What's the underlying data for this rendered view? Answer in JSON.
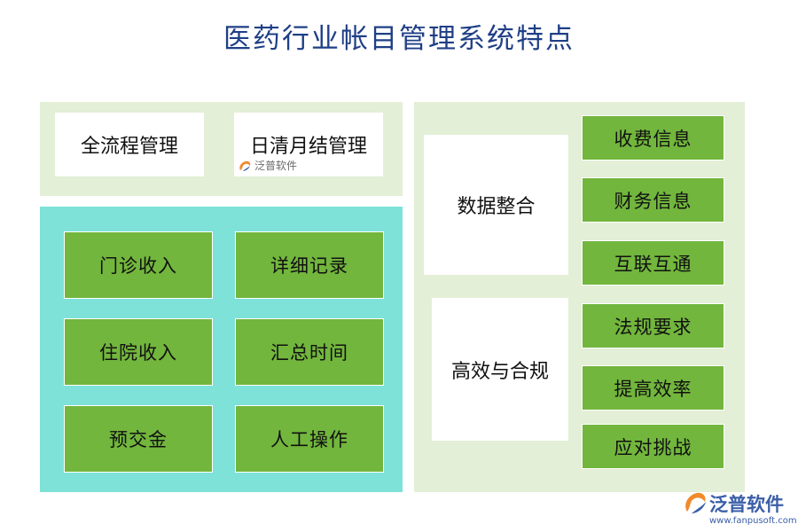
{
  "title": "医药行业帐目管理系统特点",
  "top_left_panel": {
    "items": [
      "全流程管理",
      "日清月结管理"
    ]
  },
  "left_grid": {
    "items": [
      "门诊收入",
      "详细记录",
      "住院收入",
      "汇总时间",
      "预交金",
      "人工操作"
    ]
  },
  "right_panel": {
    "groups": [
      {
        "label": "数据整合",
        "items": [
          "收费信息",
          "财务信息",
          "互联互通"
        ]
      },
      {
        "label": "高效与合规",
        "items": [
          "法规要求",
          "提高效率",
          "应对挑战"
        ]
      }
    ]
  },
  "watermark": {
    "text": "泛普软件"
  },
  "logo": {
    "name": "泛普软件",
    "url": "www.fanpusoft.com"
  },
  "colors": {
    "title": "#1f3f86",
    "panel_light": "#e3efd6",
    "panel_teal": "#7ee2d9",
    "box_green": "#72b63d",
    "logo_blue": "#3b5ea8",
    "logo_orange": "#f08a2c"
  }
}
